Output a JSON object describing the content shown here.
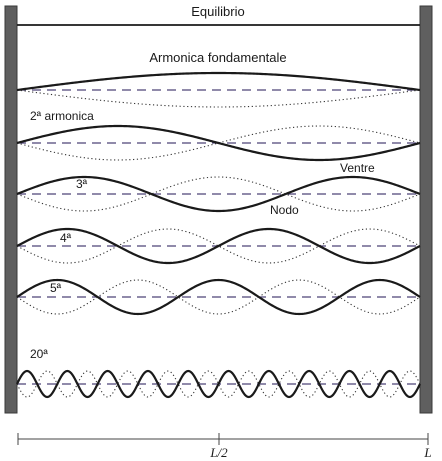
{
  "labels": {
    "equilibrium": "Equilibrio",
    "fundamental": "Armonica fondamentale",
    "h2": "2ª armonica",
    "h3": "3ª",
    "h4": "4ª",
    "h5": "5ª",
    "h20": "20ª",
    "antinode": "Ventre",
    "node": "Nodo",
    "scale_half": "L/2",
    "scale_full": "L"
  },
  "harmonics": [
    1,
    2,
    3,
    4,
    5,
    20
  ],
  "colors": {
    "axis_dash": "#4d4478",
    "wall": "#5f5f5f",
    "wave": "#1a1a1a"
  }
}
